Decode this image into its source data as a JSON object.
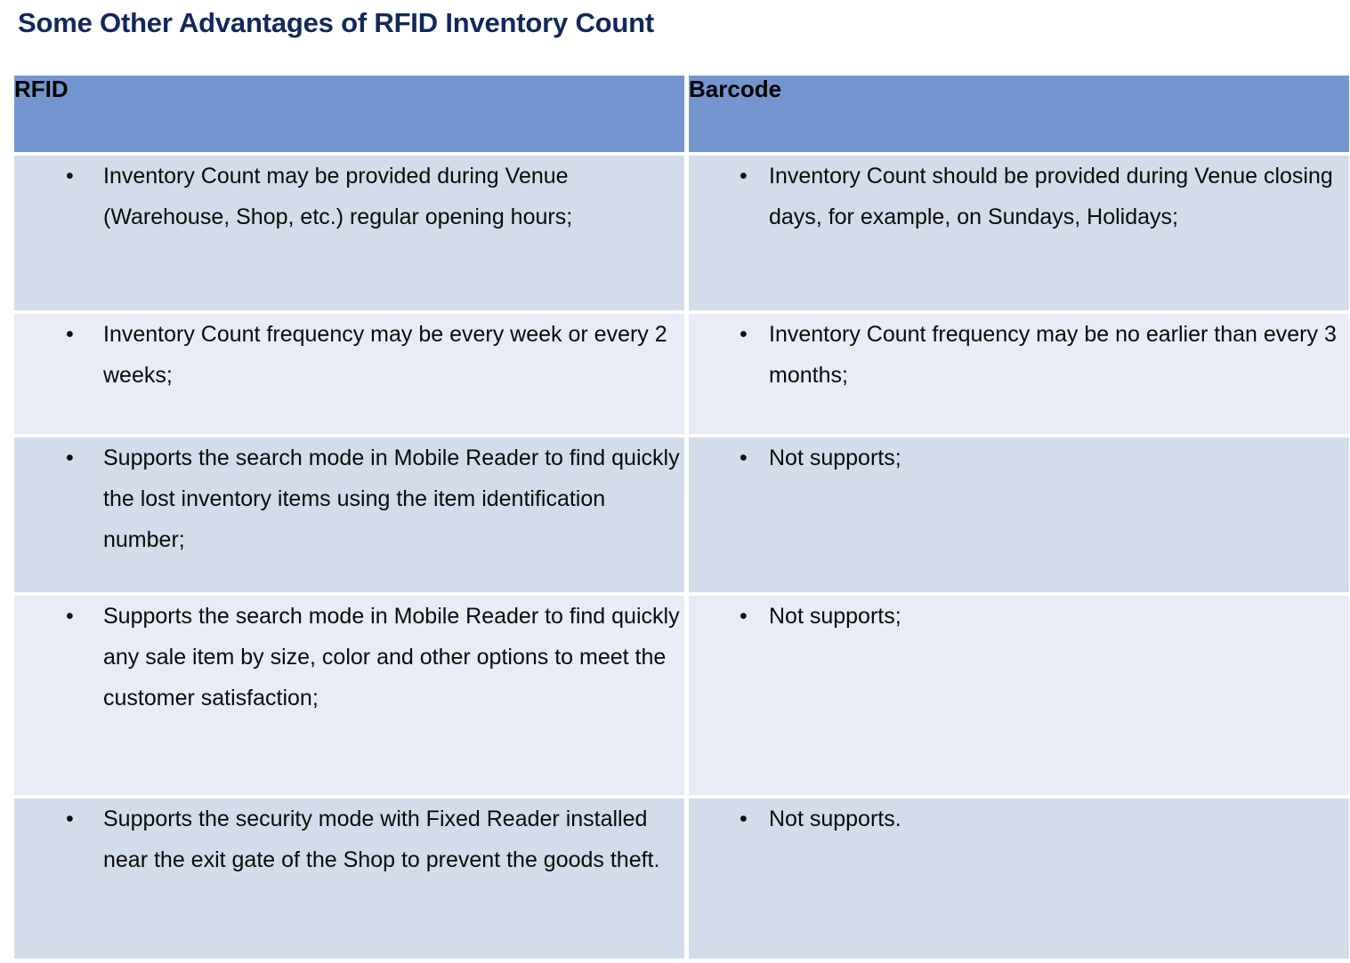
{
  "slide": {
    "title": "Some Other Advantages of RFID Inventory Count",
    "title_color": "#12275C",
    "background": "#ffffff"
  },
  "table": {
    "header_background": "#7396CE",
    "row_dark_background": "#D3DCEA",
    "row_light_background": "#E9ECF6",
    "bullet_glyph": "•",
    "columns": [
      {
        "key": "rfid",
        "label": "RFID"
      },
      {
        "key": "barcode",
        "label": "Barcode"
      }
    ],
    "rows": [
      {
        "shade": "dark",
        "rfid": "Inventory Count may be provided during Venue (Warehouse, Shop, etc.) regular opening hours;",
        "barcode": "Inventory Count should be provided during Venue closing days, for example, on Sundays, Holidays;"
      },
      {
        "shade": "light",
        "rfid": "Inventory Count frequency may be every week or every 2 weeks;",
        "barcode": "Inventory Count frequency may be no earlier than every 3 months;"
      },
      {
        "shade": "dark",
        "rfid": "Supports the search mode in Mobile Reader to find quickly the lost inventory items using the item identification number;",
        "barcode": "Not supports;"
      },
      {
        "shade": "light",
        "rfid": "Supports the search mode in Mobile Reader to find quickly any sale item by size, color and other options to meet the customer satisfaction;",
        "barcode": "Not supports;"
      },
      {
        "shade": "dark",
        "rfid": "Supports the security mode with Fixed Reader installed near the exit gate of the Shop to prevent the goods theft.",
        "barcode": "Not supports."
      }
    ]
  }
}
